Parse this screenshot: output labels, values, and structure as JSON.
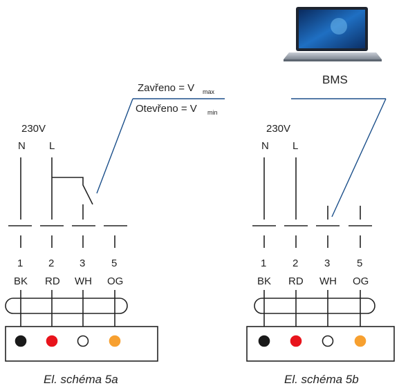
{
  "colors": {
    "line": "#222222",
    "signal_line": "#1b4f8a",
    "terminal_bk": "#1a1a1a",
    "terminal_rd": "#e8141c",
    "terminal_wh": "#ffffff",
    "terminal_og": "#f7a030"
  },
  "diagram_a": {
    "supply_label": "230V",
    "phase_labels": [
      "N",
      "L"
    ],
    "switch_label_closed": "Zavřeno = V",
    "switch_label_closed_sub": "max",
    "switch_label_open": "Otevřeno = V",
    "switch_label_open_sub": "min",
    "terminal_numbers": [
      "1",
      "2",
      "3",
      "5"
    ],
    "wire_codes": [
      "BK",
      "RD",
      "WH",
      "OG"
    ],
    "caption": "El. schéma 5a"
  },
  "diagram_b": {
    "bms_label": "BMS",
    "laptop_icon": "laptop-icon",
    "supply_label": "230V",
    "phase_labels": [
      "N",
      "L"
    ],
    "terminal_numbers": [
      "1",
      "2",
      "3",
      "5"
    ],
    "wire_codes": [
      "BK",
      "RD",
      "WH",
      "OG"
    ],
    "caption": "El. schéma 5b"
  }
}
